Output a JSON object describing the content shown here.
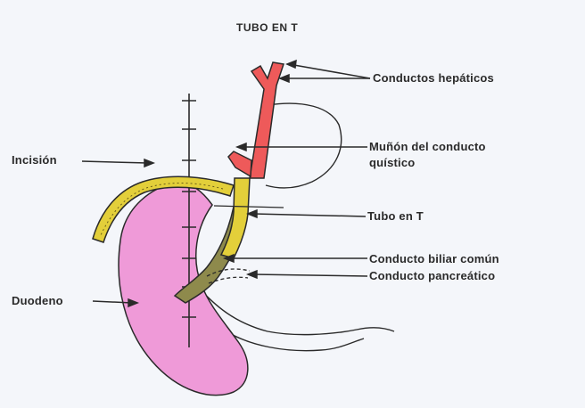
{
  "title": "TUBO EN T",
  "labels": {
    "hepatic_ducts": "Conductos hepáticos",
    "cystic_stump_line1": "Muñón del conducto",
    "cystic_stump_line2": "quístico",
    "incision": "Incisión",
    "t_tube": "Tubo en T",
    "common_bile_duct": "Conducto biliar común",
    "pancreatic_duct": "Conducto pancreático",
    "duodenum": "Duodeno"
  },
  "colors": {
    "background": "#f4f6fa",
    "duct_red": "#ee5a5a",
    "duodenum_pink": "#ef9ad8",
    "tube_yellow": "#e3cf3a",
    "bile_duct_olive": "#8e8a4c",
    "outline": "#2a2a2a"
  }
}
